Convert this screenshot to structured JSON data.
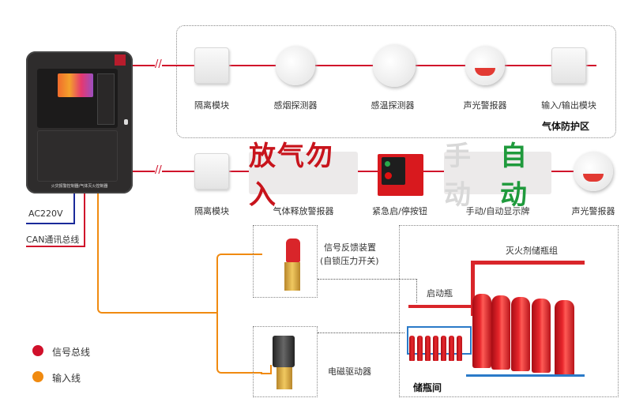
{
  "controller": {
    "label": "火灾报警控制器/气体灭火控制器"
  },
  "top_zone": {
    "title": "气体防护区",
    "devices": [
      {
        "label": "隔离模块",
        "icon": "isolation-module-icon"
      },
      {
        "label": "感烟探测器",
        "icon": "smoke-detector-icon"
      },
      {
        "label": "感温探测器",
        "icon": "heat-detector-icon"
      },
      {
        "label": "声光警报器",
        "icon": "sound-light-alarm-icon"
      },
      {
        "label": "输入/输出模块",
        "icon": "io-module-icon"
      }
    ]
  },
  "second_row": {
    "devices": [
      {
        "label": "隔离模块"
      },
      {
        "label": "气体释放警报器",
        "sign_text": "放气勿入"
      },
      {
        "label": "紧急启/停按钮"
      },
      {
        "label": "手动/自动显示牌",
        "sign_manual": "手动",
        "sign_auto": "自动"
      },
      {
        "label": "声光警报器"
      }
    ]
  },
  "wires": {
    "power": "AC220V",
    "can": "CAN通讯总线"
  },
  "field": {
    "feedback_label1": "信号反馈装置",
    "feedback_label2": "(自锁压力开关)",
    "solenoid_label": "电磁驱动器",
    "start_bottle": "启动瓶",
    "storage_group": "灭火剂储瓶组",
    "room_title": "储瓶间"
  },
  "legend": [
    {
      "label": "信号总线",
      "color": "#d0102a"
    },
    {
      "label": "输入线",
      "color": "#f08a10"
    }
  ]
}
